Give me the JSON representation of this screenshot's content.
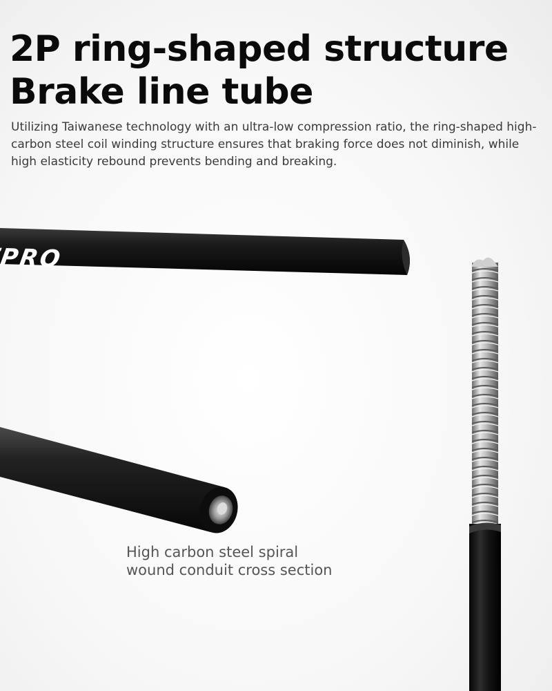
{
  "headline": {
    "line1": "2P ring-shaped structure",
    "line2": "Brake line tube"
  },
  "description": "Utilizing Taiwanese technology with an ultra-low compression ratio, the ring-shaped high-carbon steel coil winding structure ensures that braking force does not diminish, while high elasticity rebound prevents bending and breaking.",
  "caption": "High carbon steel spiral wound conduit cross section",
  "brand_print": "TTPRO",
  "colors": {
    "headline": "#0a0a0a",
    "body_text": "#3a3a3a",
    "caption": "#555555",
    "cable_black": "#111111",
    "steel": "#b8b8b8"
  },
  "icons": [
    "brake-housing-photo",
    "steel-coil-photo",
    "conduit-cross-section-photo"
  ]
}
